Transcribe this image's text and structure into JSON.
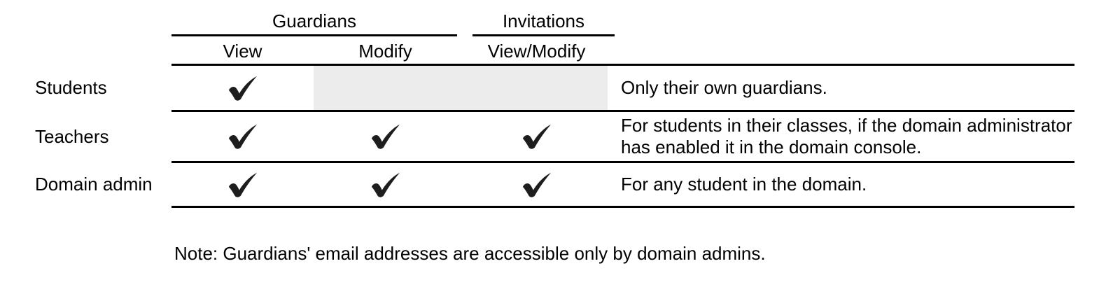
{
  "table": {
    "column_groups": [
      {
        "label": "Guardians"
      },
      {
        "label": "Invitations"
      }
    ],
    "columns": [
      {
        "label": "View"
      },
      {
        "label": "Modify"
      },
      {
        "label": "View/Modify"
      }
    ],
    "rows": [
      {
        "label": "Students",
        "checks": {
          "view": true,
          "modify": false,
          "view_modify": false
        },
        "disabled_cells": true,
        "note": "Only their own guardians."
      },
      {
        "label": "Teachers",
        "checks": {
          "view": true,
          "modify": true,
          "view_modify": true
        },
        "disabled_cells": false,
        "note": "For students in their classes, if the domain administrator has enabled it in the domain console."
      },
      {
        "label": "Domain admin",
        "checks": {
          "view": true,
          "modify": true,
          "view_modify": true
        },
        "disabled_cells": false,
        "note": "For any student in the domain."
      }
    ]
  },
  "footnote": "Note: Guardians' email addresses are accessible only by domain admins.",
  "icons": {
    "check_mark": "✔"
  },
  "colors": {
    "disabled_cell": "#ececec",
    "rule": "#000000",
    "text": "#000000"
  }
}
